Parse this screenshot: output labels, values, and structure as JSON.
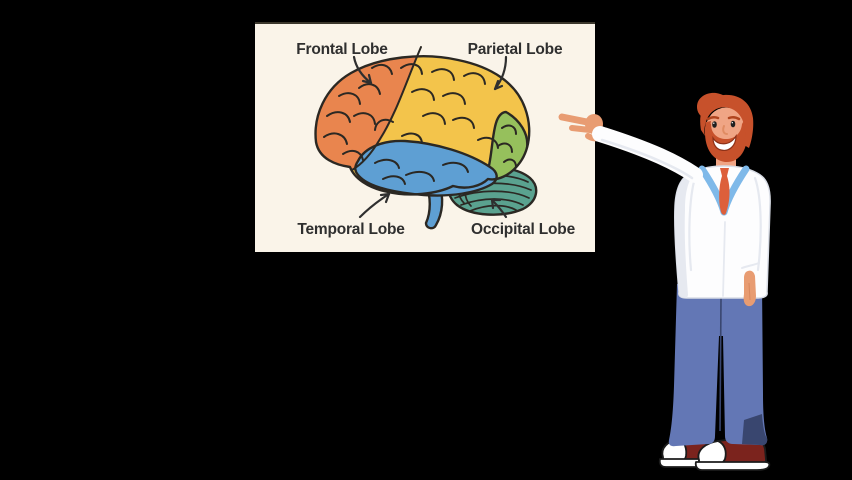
{
  "scene": {
    "background_color": "#000000"
  },
  "board": {
    "background_color": "#faf4e9",
    "border_top_color": "#3b372c",
    "labels": {
      "frontal": "Frontal Lobe",
      "parietal": "Parietal Lobe",
      "temporal": "Temporal Lobe",
      "occipital": "Occipital Lobe"
    },
    "colors": {
      "frontal_lobe": "#e9854e",
      "parietal_lobe": "#f3c44b",
      "temporal_lobe": "#5e9fd3",
      "occipital_lobe": "#96c05c",
      "cerebellum": "#5aa28f",
      "brainstem": "#5e9fd3",
      "outline": "#2b2823",
      "label_text": "#2f2f2f"
    }
  },
  "character": {
    "colors": {
      "hair": "#c7512b",
      "skin": "#f0a585",
      "hand": "#e89c72",
      "coat": "#fdfdfe",
      "coat_shadow": "#e6e9f0",
      "lapel": "#7fb9e9",
      "tie": "#dd5f3b",
      "jeans": "#6377b5",
      "jeans_dark": "#39466f",
      "shoes": "#7b231d",
      "shoe_trim": "#ffffff",
      "outline": "#1c1c1c"
    }
  }
}
